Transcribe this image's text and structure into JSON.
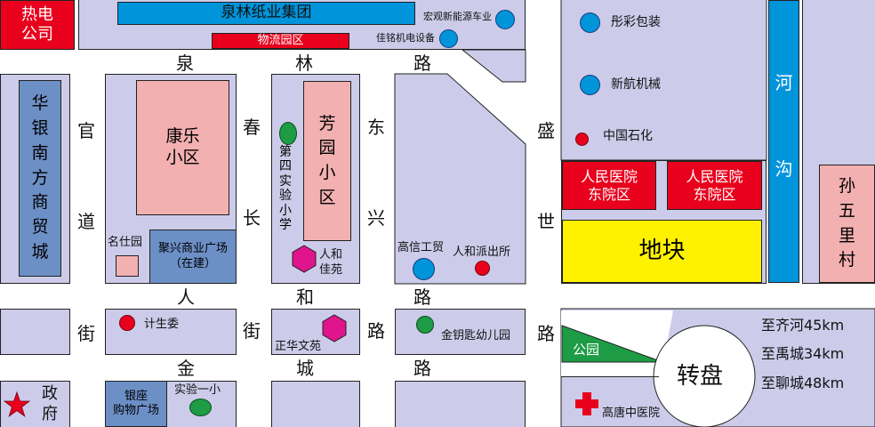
{
  "top": {
    "thermal_power_company": "热电\n公司",
    "quanlin_paper_group": "泉林纸业集团",
    "logistics_park": "物流园区",
    "hongguan_new_energy_vehicle": "宏观新能源车业",
    "jiaming_mechanical_equipment": "佳铭机电设备",
    "caicai_packaging": "彤彩包装",
    "xinhang_machinery": "新航机械",
    "sinopec": "中国石化"
  },
  "roads": {
    "quanlin_road": [
      "泉",
      "林",
      "路"
    ],
    "guandao_street": [
      "官",
      "道",
      "街"
    ],
    "chunchang_street": [
      "春",
      "长",
      "街"
    ],
    "dongxing_road": [
      "东",
      "兴",
      "路"
    ],
    "shengshi_road": [
      "盛",
      "世",
      "路"
    ],
    "renhe_road": [
      "人",
      "和",
      "路"
    ],
    "jincheng_road": [
      "金",
      "城",
      "路"
    ],
    "river": [
      "河",
      "沟"
    ]
  },
  "blocks": {
    "huayin_nanfang_trade_city": "华银南方商贸城",
    "kangle_community": "康乐\n小区",
    "fangyuan_community": "芳园小区",
    "no4_experimental_primary": "第四实验小学",
    "renhe_jiayuan": "人和\n佳苑",
    "mingshi_garden": "名仕园",
    "juxing_plaza": "聚兴商业广场\n（在建）",
    "gaoxin_trade": "高信工贸",
    "renhe_police_station": "人和派出所",
    "peoples_hospital_east_1": "人民医院\n东院区",
    "peoples_hospital_east_2": "人民医院\n东院区",
    "plot": "地块",
    "sunwuli_village": "孙五里村",
    "family_planning_committee": "计生委",
    "zhenghua_wenyuan": "正华文苑",
    "golden_key_kindergarten": "金钥匙幼儿园",
    "park": "公园",
    "roundabout": "转盘",
    "government": "政\n府",
    "yinzuo_shopping_plaza": "银座\n购物广场",
    "experimental_primary_1": "实验一小",
    "gaotang_tcm_hospital": "高唐中医院"
  },
  "distances": {
    "to_qihe": "至齐河45km",
    "to_yucheng": "至禹城34km",
    "to_liaocheng": "至聊城48km"
  },
  "colors": {
    "block_fill": "#ccccea",
    "red": "#e8001c",
    "blue": "#0094db",
    "pink": "#f2b0b0",
    "steel_blue": "#6c8fc6",
    "yellow": "#fff200",
    "green": "#1d9c45",
    "magenta": "#e0148c"
  }
}
